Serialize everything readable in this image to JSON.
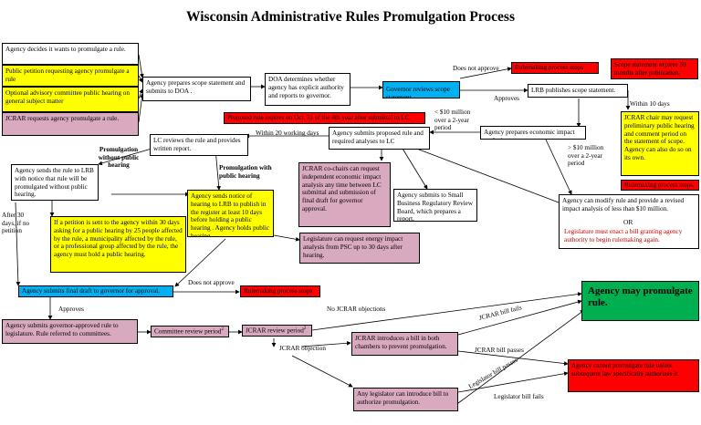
{
  "title": "Wisconsin Administrative Rules Promulgation Process",
  "boxes": {
    "agency_decides": "Agency decides it wants to promulgate a rule.",
    "public_petition": "Public petition requesting agency promulgate a rule",
    "advisory_committee": "Optional advisory committee public hearing on general subject matter",
    "jcrar_requests": "JCRAR requests agency promulgate a rule.",
    "scope_statement": "Agency prepares scope statement and submits to DOA .",
    "doa_determines": "DOA determines whether agency has explicit authority and reports to governor.",
    "governor_reviews": "Governor reviews scope statement.",
    "stops_1": "Rulemaking process stops",
    "scope_expires": "Scope statement expires 30 months after publication.",
    "lrb_publishes": "LRB publishes scope statement.",
    "jcrar_chair": "JCRAR chair may request preliminary public hearing and comment period on the statement of scope. Agency can also do so on its own.",
    "stops_chair": "Rulemaking process stops.",
    "proposed_expires": "Proposed rule expires on Oct. 31 of the 4th year after submittal to LC.",
    "submits_proposed": "Agency submits proposed rule and required analyses to LC",
    "economic_impact": "Agency prepares economic impact analysis.",
    "lc_reviews": "LC reviews the rule and provides written report.",
    "jcrar_cochairs": "JCRAR co-chairs can request independent economic impact analysis any time between LC submittal and submission of final draft for governor approval.",
    "small_business": "Agency submits to Small Business Regulatory Review Board, which prepares a report.",
    "modify_rule": "Agency can modify rule and provide a revised impact analysis of less than $10 million.",
    "or_text": "OR",
    "legislature_bill": "Legislature must enact a bill granting agency authority to begin rulemaking again.",
    "sends_lrb_notice": "Agency sends the rule to LRB with notice that rule will be promulgated without public hearing.",
    "sends_hearing_notice": "Agency sends notice of hearing to LRB to publish in the register at least 10 days before holding a public hearing . Agency holds public hearing.",
    "petition_30_days": "If a petition is sent to the agency within 30 days asking for a public hearing by 25 people affected by the rule, a municipality affected by the rule, or a professional group affected by the rule, the agency must hold a public hearing.",
    "psc_analysis": "Legislature can request energy impact analysis from PSC up to 30 days after hearing.",
    "final_draft": "Agency submits final draft to governor for approval.",
    "stops_2": "Rulemaking process stops",
    "approved_rule": "Agency submits governor-approved rule to legislature. Rule referred to committees.",
    "committee_review": "Committee review period",
    "jcrar_review": "JCRAR review period",
    "may_promulgate": "Agency may promulgate rule.",
    "introduces_bill": "JCRAR introduces a bill in both chambers to prevent promulgation.",
    "any_legislator": "Any legislator can introduce bill to authorize promulgation.",
    "cannot_promulgate": "Agency cannot promulgate rule unless subsequent law specifically authorizes it."
  },
  "labels": {
    "does_not_approve_1": "Does not approve",
    "approves_1": "Approves",
    "within_10_days": "Within 10 days",
    "under_10m": "< $10 million over a 2-year period",
    "over_10m": "> $10 million over a 2-year period",
    "within_20_days": "Within 20 working days",
    "without_hearing": "Promulgation without public hearing",
    "with_hearing": "Promulgation with public hearing",
    "after_30_days": "After 30 days, if no petition",
    "does_not_approve_2": "Does not approve",
    "approves_2": "Approves",
    "no_jcrar_objections": "No JCRAR objections",
    "jcrar_objection": "JCRAR objection",
    "jcrar_bill_fails": "JCRAR bill fails",
    "jcrar_bill_passes": "JCRAR bill passes",
    "legislator_bill_passes": "Legislator bill passes",
    "legislator_bill_fails": "Legislator bill fails"
  },
  "colors": {
    "yellow": "#ffff00",
    "pink": "#d9a9c0",
    "red": "#ff0000",
    "blue": "#00b0f0",
    "green": "#00b050"
  }
}
